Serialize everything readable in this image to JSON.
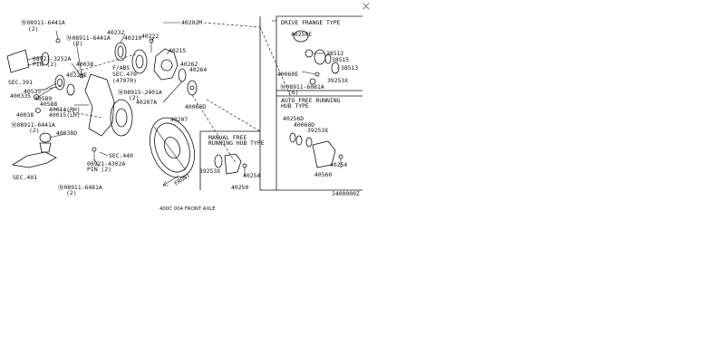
{
  "close_glyph": "×",
  "parts": [
    {
      "id": "p01",
      "text": "Ⓝ08911-6441A"
    },
    {
      "id": "p02",
      "text": "(2)"
    },
    {
      "id": "p03",
      "text": "40232"
    },
    {
      "id": "p04",
      "text": "40222"
    },
    {
      "id": "p05",
      "text": "40202M"
    },
    {
      "id": "p06",
      "text": "Ⓝ08911-6441A"
    },
    {
      "id": "p07",
      "text": "40210"
    },
    {
      "id": "p08",
      "text": "(2)"
    },
    {
      "id": "p09",
      "text": "40215"
    },
    {
      "id": "p10",
      "text": "08921-3252A"
    },
    {
      "id": "p11",
      "text": "PIN (2)"
    },
    {
      "id": "p12",
      "text": "40038"
    },
    {
      "id": "p13",
      "text": "F/ABS"
    },
    {
      "id": "p14",
      "text": "SEC.476"
    },
    {
      "id": "p15",
      "text": "(47970)"
    },
    {
      "id": "p16",
      "text": "40262"
    },
    {
      "id": "p17",
      "text": "40264"
    },
    {
      "id": "p18",
      "text": "SEC.391"
    },
    {
      "id": "p19",
      "text": "40228E"
    },
    {
      "id": "p20",
      "text": "40533"
    },
    {
      "id": "p21",
      "text": "400335"
    },
    {
      "id": "p22",
      "text": "40589"
    },
    {
      "id": "p23",
      "text": "40588"
    },
    {
      "id": "p24",
      "text": "Ⓝ08915-2401A"
    },
    {
      "id": "p25",
      "text": "(2)"
    },
    {
      "id": "p26",
      "text": "40207A"
    },
    {
      "id": "p27",
      "text": "40060D"
    },
    {
      "id": "p28",
      "text": "40014(RH)"
    },
    {
      "id": "p29",
      "text": "40015(LH)"
    },
    {
      "id": "p30",
      "text": "40038"
    },
    {
      "id": "p31",
      "text": "40207"
    },
    {
      "id": "p32",
      "text": "Ⓝ08911-6441A"
    },
    {
      "id": "p33",
      "text": "(2)"
    },
    {
      "id": "p34",
      "text": "40038D"
    },
    {
      "id": "p35",
      "text": "SEC.440"
    },
    {
      "id": "p36",
      "text": "08921-4302A"
    },
    {
      "id": "p37",
      "text": "PIN (2)"
    },
    {
      "id": "p38",
      "text": "SEC.401"
    },
    {
      "id": "p39",
      "text": "Ⓝ08911-6481A"
    },
    {
      "id": "p40",
      "text": "(2)"
    },
    {
      "id": "p41",
      "text": "FRONT"
    },
    {
      "id": "p42",
      "text": "MANUAL FREE"
    },
    {
      "id": "p43",
      "text": "RUNNING HUB TYPE"
    },
    {
      "id": "p44",
      "text": "39253X"
    },
    {
      "id": "p45",
      "text": "40254"
    },
    {
      "id": "p46",
      "text": "40250"
    },
    {
      "id": "p47",
      "text": "DRIVE FRANGE TYPE"
    },
    {
      "id": "p48",
      "text": "40250E"
    },
    {
      "id": "p49",
      "text": "38512"
    },
    {
      "id": "p50",
      "text": "38515"
    },
    {
      "id": "p51",
      "text": "38513"
    },
    {
      "id": "p52",
      "text": "40060E"
    },
    {
      "id": "p53",
      "text": "39253X"
    },
    {
      "id": "p54",
      "text": "Ⓝ08911-6081A"
    },
    {
      "id": "p55",
      "text": "(6)"
    },
    {
      "id": "p56",
      "text": "AUTO FREE RUNNING"
    },
    {
      "id": "p57",
      "text": "HUB TYPE"
    },
    {
      "id": "p58",
      "text": "40256D"
    },
    {
      "id": "p59",
      "text": "40060D"
    },
    {
      "id": "p60",
      "text": "39253X"
    },
    {
      "id": "p61",
      "text": "40254"
    },
    {
      "id": "p62",
      "text": "40560"
    },
    {
      "id": "p63",
      "text": "J400000Z"
    }
  ],
  "caption": "400C 004 FRONT AXLE"
}
